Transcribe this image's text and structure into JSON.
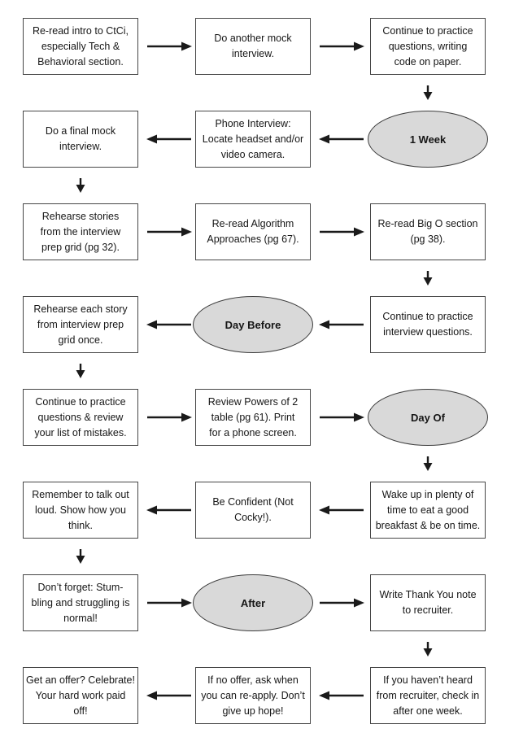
{
  "diagram": {
    "type": "flowchart",
    "shape_kinds": {
      "box": "task step",
      "ellipse": "milestone"
    },
    "colors": {
      "background": "#ffffff",
      "box_fill": "#ffffff",
      "box_border": "#474747",
      "ellipse_fill": "#d9d9d9",
      "ellipse_border": "#3c3c3c",
      "text": "#161616",
      "arrow": "#1a1a1a"
    }
  },
  "nodes": [
    {
      "id": "r1c1",
      "shape": "box",
      "lines": [
        "Re-read intro to CtCi,",
        "especially Tech &",
        "Behavioral section."
      ]
    },
    {
      "id": "r1c2",
      "shape": "box",
      "lines": [
        "Do another mock",
        "interview."
      ]
    },
    {
      "id": "r1c3",
      "shape": "box",
      "lines": [
        "Continue to practice",
        "questions, writing",
        "code on paper."
      ]
    },
    {
      "id": "r2c1",
      "shape": "box",
      "lines": [
        "Do a final mock",
        "interview."
      ]
    },
    {
      "id": "r2c2",
      "shape": "box",
      "lines": [
        "Phone Interview:",
        "Locate headset and/or",
        "video camera."
      ]
    },
    {
      "id": "r2c3",
      "shape": "ellipse",
      "lines": [
        "1 Week"
      ]
    },
    {
      "id": "r3c1",
      "shape": "box",
      "lines": [
        "Rehearse stories",
        "from the interview",
        "prep grid (pg 32)."
      ]
    },
    {
      "id": "r3c2",
      "shape": "box",
      "lines": [
        "Re-read Algorithm",
        "Approaches (pg 67)."
      ]
    },
    {
      "id": "r3c3",
      "shape": "box",
      "lines": [
        "Re-read Big O section",
        "(pg 38)."
      ]
    },
    {
      "id": "r4c1",
      "shape": "box",
      "lines": [
        "Rehearse each story",
        "from interview prep",
        "grid once."
      ]
    },
    {
      "id": "r4c2",
      "shape": "ellipse",
      "lines": [
        "Day Before"
      ]
    },
    {
      "id": "r4c3",
      "shape": "box",
      "lines": [
        "Continue to practice",
        "interview questions."
      ]
    },
    {
      "id": "r5c1",
      "shape": "box",
      "lines": [
        "Continue to practice",
        "questions & review",
        "your list of mistakes."
      ]
    },
    {
      "id": "r5c2",
      "shape": "box",
      "lines": [
        "Review Powers of 2",
        "table (pg 61). Print",
        "for a phone screen."
      ]
    },
    {
      "id": "r5c3",
      "shape": "ellipse",
      "lines": [
        "Day Of"
      ]
    },
    {
      "id": "r6c1",
      "shape": "box",
      "lines": [
        "Remember to talk out",
        "loud. Show how you",
        "think."
      ]
    },
    {
      "id": "r6c2",
      "shape": "box",
      "lines": [
        "Be Confident (Not",
        "Cocky!)."
      ]
    },
    {
      "id": "r6c3",
      "shape": "box",
      "lines": [
        "Wake up in plenty of",
        "time to eat a good",
        "breakfast & be on time."
      ]
    },
    {
      "id": "r7c1",
      "shape": "box",
      "lines": [
        "Don’t forget: Stum-",
        "bling and struggling is",
        "normal!"
      ]
    },
    {
      "id": "r7c2",
      "shape": "ellipse",
      "lines": [
        "After"
      ]
    },
    {
      "id": "r7c3",
      "shape": "box",
      "lines": [
        "Write Thank You note",
        "to recruiter."
      ]
    },
    {
      "id": "r8c1",
      "shape": "box",
      "lines": [
        "Get an offer? Celebrate!",
        "Your hard work paid",
        "off!"
      ]
    },
    {
      "id": "r8c2",
      "shape": "box",
      "lines": [
        "If no offer, ask when",
        "you can re-apply. Don’t",
        "give up hope!"
      ]
    },
    {
      "id": "r8c3",
      "shape": "box",
      "lines": [
        "If you haven’t heard",
        "from recruiter, check in",
        "after one week."
      ]
    }
  ],
  "edges": [
    {
      "from": "r1c1",
      "to": "r1c2"
    },
    {
      "from": "r1c2",
      "to": "r1c3"
    },
    {
      "from": "r1c3",
      "to": "r2c3"
    },
    {
      "from": "r2c3",
      "to": "r2c2"
    },
    {
      "from": "r2c2",
      "to": "r2c1"
    },
    {
      "from": "r2c1",
      "to": "r3c1"
    },
    {
      "from": "r3c1",
      "to": "r3c2"
    },
    {
      "from": "r3c2",
      "to": "r3c3"
    },
    {
      "from": "r3c3",
      "to": "r4c3"
    },
    {
      "from": "r4c3",
      "to": "r4c2"
    },
    {
      "from": "r4c2",
      "to": "r4c1"
    },
    {
      "from": "r4c1",
      "to": "r5c1"
    },
    {
      "from": "r5c1",
      "to": "r5c2"
    },
    {
      "from": "r5c2",
      "to": "r5c3"
    },
    {
      "from": "r5c3",
      "to": "r6c3"
    },
    {
      "from": "r6c3",
      "to": "r6c2"
    },
    {
      "from": "r6c2",
      "to": "r6c1"
    },
    {
      "from": "r6c1",
      "to": "r7c1"
    },
    {
      "from": "r7c1",
      "to": "r7c2"
    },
    {
      "from": "r7c2",
      "to": "r7c3"
    },
    {
      "from": "r7c3",
      "to": "r8c3"
    },
    {
      "from": "r8c3",
      "to": "r8c2"
    },
    {
      "from": "r8c2",
      "to": "r8c1"
    }
  ]
}
